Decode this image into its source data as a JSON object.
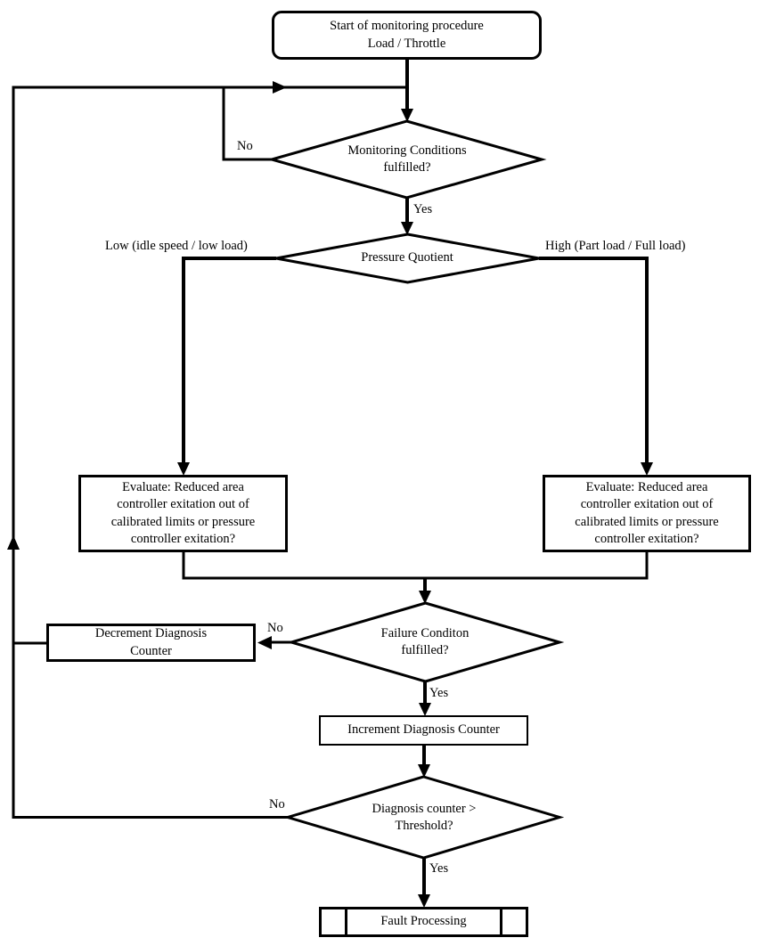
{
  "diagram": {
    "background_color": "#ffffff",
    "line_color": "#000000",
    "nodes": {
      "start": {
        "shape": "rounded-rectangle",
        "label": "Start of monitoring procedure\nLoad / Throttle"
      },
      "monitoring": {
        "shape": "decision-diamond",
        "label": "Monitoring Conditions\nfulfilled?"
      },
      "pressure": {
        "shape": "decision-diamond",
        "label": "Pressure Quotient"
      },
      "evaluate_left": {
        "shape": "process-rectangle",
        "label": "Evaluate: Reduced area\ncontroller exitation out of\ncalibrated limits or pressure\ncontroller exitation?"
      },
      "evaluate_right": {
        "shape": "process-rectangle",
        "label": "Evaluate: Reduced area\ncontroller exitation out of\ncalibrated limits or pressure\ncontroller exitation?"
      },
      "failure": {
        "shape": "decision-diamond",
        "label": "Failure Conditon\nfulfilled?"
      },
      "decrement": {
        "shape": "process-rectangle",
        "label": "Decrement Diagnosis\nCounter"
      },
      "increment": {
        "shape": "process-rectangle",
        "label": "Increment Diagnosis Counter"
      },
      "threshold": {
        "shape": "decision-diamond",
        "label": "Diagnosis counter >\nThreshold?"
      },
      "fault": {
        "shape": "predefined-process",
        "label": "Fault Processing"
      }
    },
    "edge_labels": {
      "monitoring_no": "No",
      "monitoring_yes": "Yes",
      "pressure_low": "Low (idle speed / low load)",
      "pressure_high": "High (Part load / Full load)",
      "failure_no": "No",
      "failure_yes": "Yes",
      "threshold_no": "No",
      "threshold_yes": "Yes"
    }
  }
}
